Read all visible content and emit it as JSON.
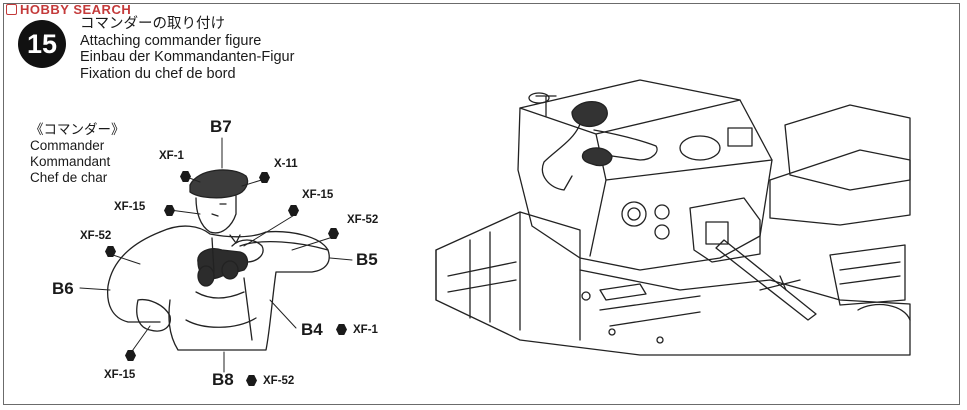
{
  "watermark": "HOBBY SEARCH",
  "step": {
    "number": "15",
    "title_jp": "コマンダーの取り付け",
    "title_en": "Attaching commander figure",
    "title_de": "Einbau der Kommandanten-Figur",
    "title_fr": "Fixation du chef de bord"
  },
  "legend": {
    "jp": "《コマンダー》",
    "en": "Commander",
    "de": "Kommandant",
    "fr": "Chef de char"
  },
  "parts": {
    "b7": "B7",
    "b6": "B6",
    "b5": "B5",
    "b4": "B4",
    "b8": "B8"
  },
  "paints": {
    "p1": "XF-1",
    "p2": "X-11",
    "p3": "XF-15",
    "p4": "XF-15",
    "p5": "XF-52",
    "p6": "XF-52",
    "p7": "XF-15",
    "p8": "XF-1",
    "p9": "XF-52"
  }
}
